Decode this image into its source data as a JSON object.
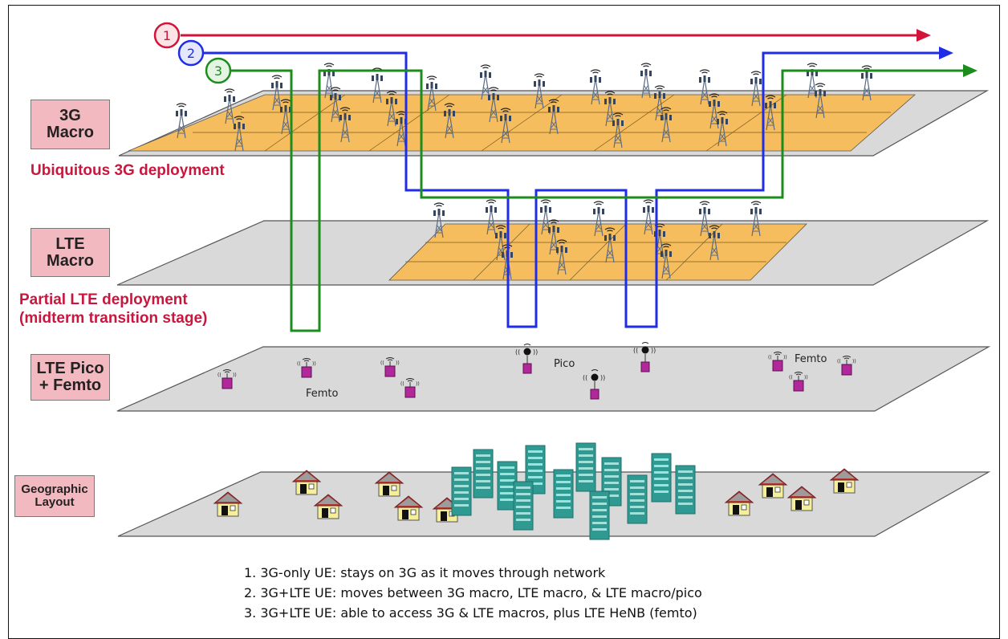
{
  "layers": {
    "macro3g": {
      "label_line1": "3G",
      "label_line2": "Macro",
      "caption": "Ubiquitous 3G deployment"
    },
    "lte_macro": {
      "label_line1": "LTE",
      "label_line2": "Macro",
      "caption_line1": "Partial LTE deployment",
      "caption_line2": "(midterm transition stage)"
    },
    "pico_femto": {
      "label_line1": "LTE Pico",
      "label_line2": "+ Femto",
      "femto_label_left": "Femto",
      "pico_label": "Pico",
      "femto_label_right": "Femto"
    },
    "geo": {
      "label_line1": "Geographic",
      "label_line2": "Layout"
    }
  },
  "paths": [
    {
      "number": "1",
      "color": "#d2143a"
    },
    {
      "number": "2",
      "color": "#1f2ee6"
    },
    {
      "number": "3",
      "color": "#1c8c1c"
    }
  ],
  "notes": [
    "1. 3G-only UE: stays on 3G as it moves through network",
    "2. 3G+LTE UE: moves between 3G macro, LTE macro, & LTE macro/pico",
    "3. 3G+LTE UE: able to access 3G & LTE macros, plus LTE HeNB (femto)"
  ],
  "colors": {
    "plane": "#d9d9d9",
    "cell": "#f6bd5f",
    "label_bg": "#f3b9c0",
    "caption": "#c8173f",
    "femto": "#b0289a",
    "building": "#2f9a92",
    "house": "#f6ef9a"
  }
}
